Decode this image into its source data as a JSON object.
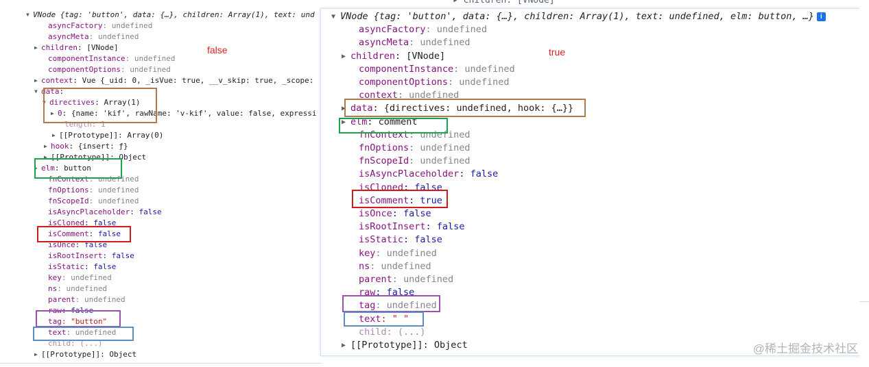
{
  "peek_text": "▸ children: [VNode]",
  "left": {
    "note": "false",
    "lines": [
      {
        "k": "VNode",
        "v": " {tag: 'button', data: {…}, children: Array(1), text: und",
        "cls": "italic",
        "tri": "▼"
      },
      {
        "k": "asyncFactory",
        "v": ": undefined"
      },
      {
        "k": "asyncMeta",
        "v": ": undefined"
      },
      {
        "k": "children",
        "v": ": [VNode]",
        "tri": "▶"
      },
      {
        "k": "componentInstance",
        "v": ": undefined"
      },
      {
        "k": "componentOptions",
        "v": ": undefined"
      },
      {
        "k": "context",
        "v": ": Vue {_uid: 0, _isVue: true, __v_skip: true, _scope:",
        "tri": "▶"
      },
      {
        "k": "data",
        "v": ":",
        "tri": "▼"
      },
      {
        "k": "directives",
        "v": ": Array(1)",
        "tri": "▼"
      },
      {
        "k": "0",
        "v": ": {name: 'kif', rawName: 'v-kif', value: false, expressi",
        "tri": "▶"
      },
      {
        "k": "length",
        "v": ": 1",
        "dim": true
      },
      {
        "k": "[[Prototype]]",
        "v": ": Array(0)",
        "tri": "▶",
        "plain": true
      },
      {
        "k": "hook",
        "v": ": {insert: ƒ}",
        "tri": "▶"
      },
      {
        "k": "[[Prototype]]",
        "v": ": Object",
        "tri": "▶",
        "plain": true
      },
      {
        "k": "elm",
        "v": ": button",
        "tri": "▶"
      },
      {
        "k": "fnContext",
        "v": ": undefined"
      },
      {
        "k": "fnOptions",
        "v": ": undefined"
      },
      {
        "k": "fnScopeId",
        "v": ": undefined"
      },
      {
        "k": "isAsyncPlaceholder",
        "v": ": false"
      },
      {
        "k": "isCloned",
        "v": ": false"
      },
      {
        "k": "isComment",
        "v": ": false"
      },
      {
        "k": "isOnce",
        "v": ": false"
      },
      {
        "k": "isRootInsert",
        "v": ": false"
      },
      {
        "k": "isStatic",
        "v": ": false"
      },
      {
        "k": "key",
        "v": ": undefined"
      },
      {
        "k": "ns",
        "v": ": undefined"
      },
      {
        "k": "parent",
        "v": ": undefined"
      },
      {
        "k": "raw",
        "v": ": false"
      },
      {
        "k": "tag",
        "v": ": \"button\""
      },
      {
        "k": "text",
        "v": ": undefined"
      },
      {
        "k": "child",
        "v": ": (...)",
        "dim": true
      },
      {
        "k": "[[Prototype]]",
        "v": ": Object",
        "tri": "▶",
        "plain": true
      }
    ]
  },
  "right": {
    "note": "true",
    "lines": [
      {
        "k": "VNode",
        "v": " {tag: 'button', data: {…}, children: Array(1), text: undefined, elm: button, …}",
        "cls": "italic",
        "tri": "▼",
        "info": true
      },
      {
        "k": "asyncFactory",
        "v": ": undefined"
      },
      {
        "k": "asyncMeta",
        "v": ": undefined"
      },
      {
        "k": "children",
        "v": ": [VNode]",
        "tri": "▶"
      },
      {
        "k": "componentInstance",
        "v": ": undefined"
      },
      {
        "k": "componentOptions",
        "v": ": undefined"
      },
      {
        "k": "context",
        "v": ": undefined"
      },
      {
        "k": "data",
        "v": ": {directives: undefined, hook: {…}}",
        "tri": "▶"
      },
      {
        "k": "elm",
        "v": ": comment",
        "tri": "▶"
      },
      {
        "k": "fnContext",
        "v": ": undefined"
      },
      {
        "k": "fnOptions",
        "v": ": undefined"
      },
      {
        "k": "fnScopeId",
        "v": ": undefined"
      },
      {
        "k": "isAsyncPlaceholder",
        "v": ": false"
      },
      {
        "k": "isCloned",
        "v": ": false"
      },
      {
        "k": "isComment",
        "v": ": true"
      },
      {
        "k": "isOnce",
        "v": ": false"
      },
      {
        "k": "isRootInsert",
        "v": ": false"
      },
      {
        "k": "isStatic",
        "v": ": false"
      },
      {
        "k": "key",
        "v": ": undefined"
      },
      {
        "k": "ns",
        "v": ": undefined"
      },
      {
        "k": "parent",
        "v": ": undefined"
      },
      {
        "k": "raw",
        "v": ": false"
      },
      {
        "k": "tag",
        "v": ": undefined"
      },
      {
        "k": "text",
        "v": ": \" \""
      },
      {
        "k": "child",
        "v": ": (...)",
        "dim": true
      },
      {
        "k": "[[Prototype]]",
        "v": ": Object",
        "tri": "▶",
        "plain": true
      }
    ]
  },
  "highlight_colors": {
    "data": "#b07a4f",
    "elm": "#1aa34a",
    "isComment": "#d11b1b",
    "tag": "#9b4fb0",
    "text": "#5b8ec4"
  },
  "watermark": "@稀土掘金技术社区"
}
